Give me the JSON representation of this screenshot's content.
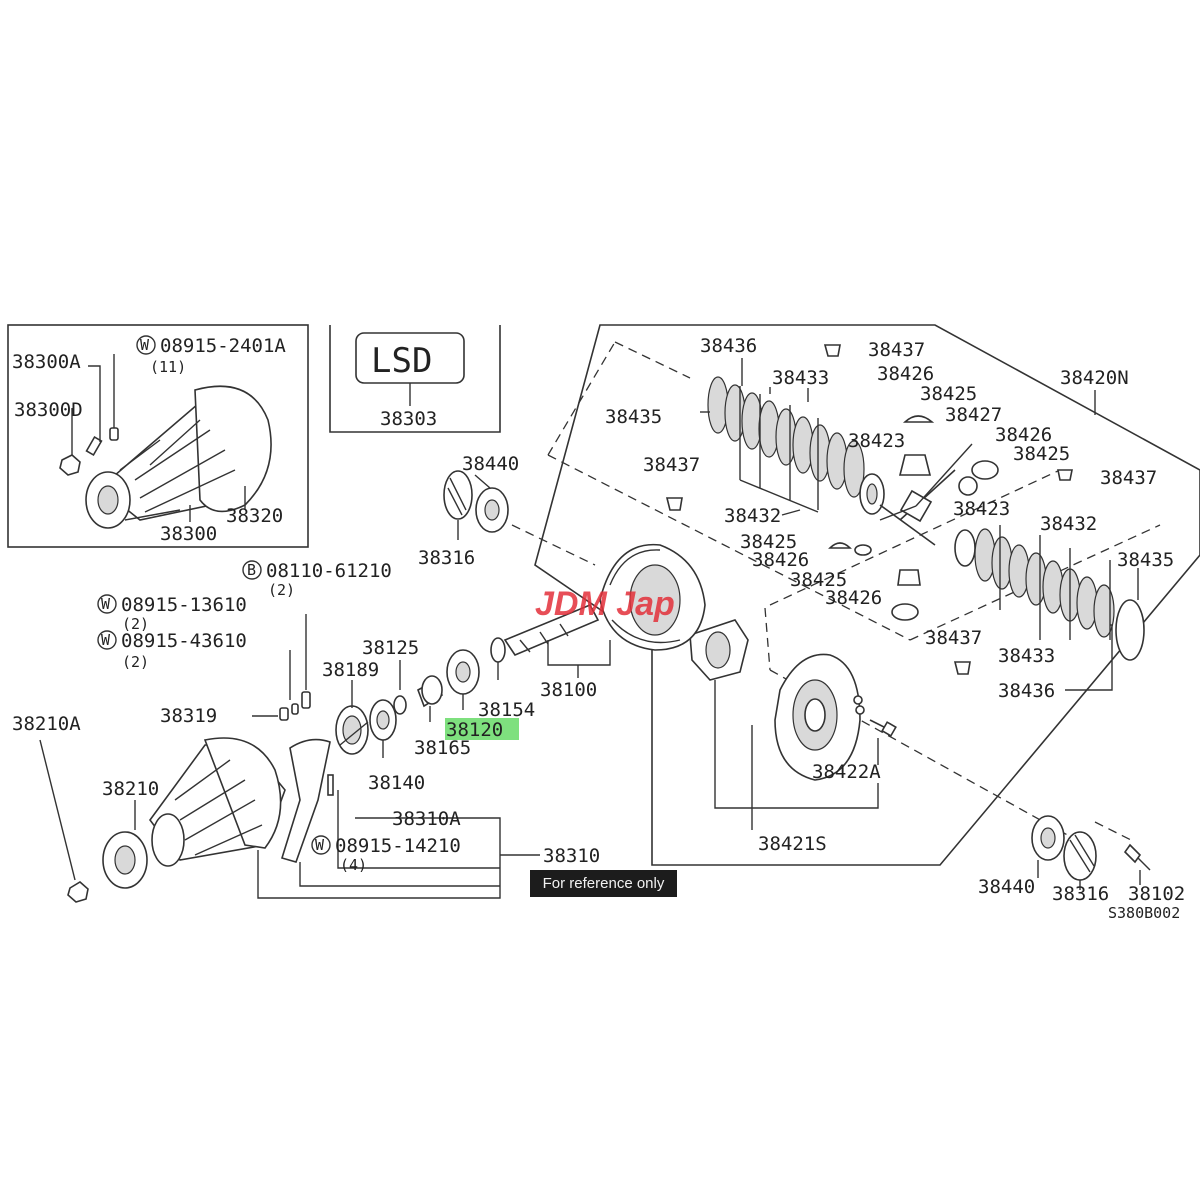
{
  "labels": {
    "p38300A": "38300A",
    "w089152401A": "08915-2401A",
    "q11": "(11)",
    "p38300D": "38300D",
    "p38300": "38300",
    "p38320": "38320",
    "lsd": "LSD",
    "p38303": "38303",
    "p38436a": "38436",
    "p38437a": "38437",
    "p38433a": "38433",
    "p38426a": "38426",
    "p38425a": "38425",
    "p38420N": "38420N",
    "p38435a": "38435",
    "p38427": "38427",
    "p38423a": "38423",
    "p38426b": "38426",
    "p38425b": "38425",
    "p38437b": "38437",
    "p38437c": "38437",
    "p38432a": "38432",
    "p38423b": "38423",
    "p38432b": "38432",
    "p38425c": "38425",
    "p38426c": "38426",
    "p38435b": "38435",
    "p38425d": "38425",
    "p38426d": "38426",
    "p38437d": "38437",
    "p38433b": "38433",
    "p38436b": "38436",
    "p38440a": "38440",
    "p38316a": "38316",
    "b0811061210": "08110-61210",
    "q2a": "(2)",
    "w0891513610": "08915-13610",
    "q2b": "(2)",
    "w0891543610": "08915-43610",
    "q2c": "(2)",
    "p38125": "38125",
    "p38189": "38189",
    "p38319": "38319",
    "p38210A": "38210A",
    "p38154": "38154",
    "p38100": "38100",
    "p38120": "38120",
    "p38165": "38165",
    "p38140": "38140",
    "p38210": "38210",
    "p38310A": "38310A",
    "w0891514210": "08915-14210",
    "q4": "(4)",
    "p38310": "38310",
    "p38422A": "38422A",
    "p38421S": "38421S",
    "p38440b": "38440",
    "p38316b": "38316",
    "p38102": "38102",
    "s380": "S380B002"
  },
  "prefixes": {
    "w": "W",
    "b": "B"
  },
  "watermark": "JDM Jap",
  "badge": "For reference only",
  "highlight_part": "38120",
  "colors": {
    "highlight": "#7ee07e",
    "watermark": "#e3303a",
    "badge_bg": "#1c1c1c"
  }
}
